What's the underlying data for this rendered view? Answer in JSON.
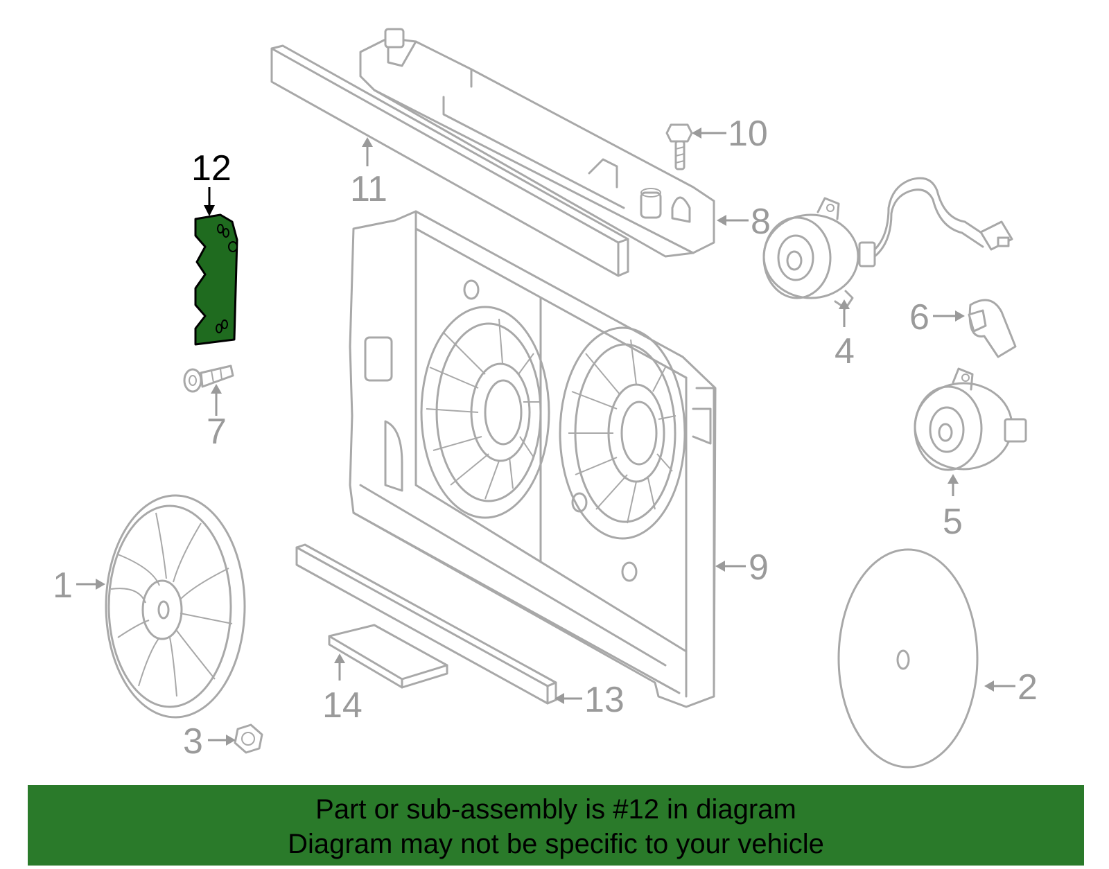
{
  "diagram": {
    "highlight_color": "#2a7a2a",
    "line_color": "#a8a8a8",
    "callouts": [
      {
        "id": "1",
        "text": "1"
      },
      {
        "id": "2",
        "text": "2"
      },
      {
        "id": "3",
        "text": "3"
      },
      {
        "id": "4",
        "text": "4"
      },
      {
        "id": "5",
        "text": "5"
      },
      {
        "id": "6",
        "text": "6"
      },
      {
        "id": "7",
        "text": "7"
      },
      {
        "id": "8",
        "text": "8"
      },
      {
        "id": "9",
        "text": "9"
      },
      {
        "id": "10",
        "text": "10"
      },
      {
        "id": "11",
        "text": "11"
      },
      {
        "id": "12",
        "text": "12",
        "highlighted": true
      },
      {
        "id": "13",
        "text": "13"
      },
      {
        "id": "14",
        "text": "14"
      }
    ]
  },
  "banner": {
    "line1": "Part or sub-assembly is #12 in diagram",
    "line2": "Diagram may not be specific to your vehicle"
  }
}
